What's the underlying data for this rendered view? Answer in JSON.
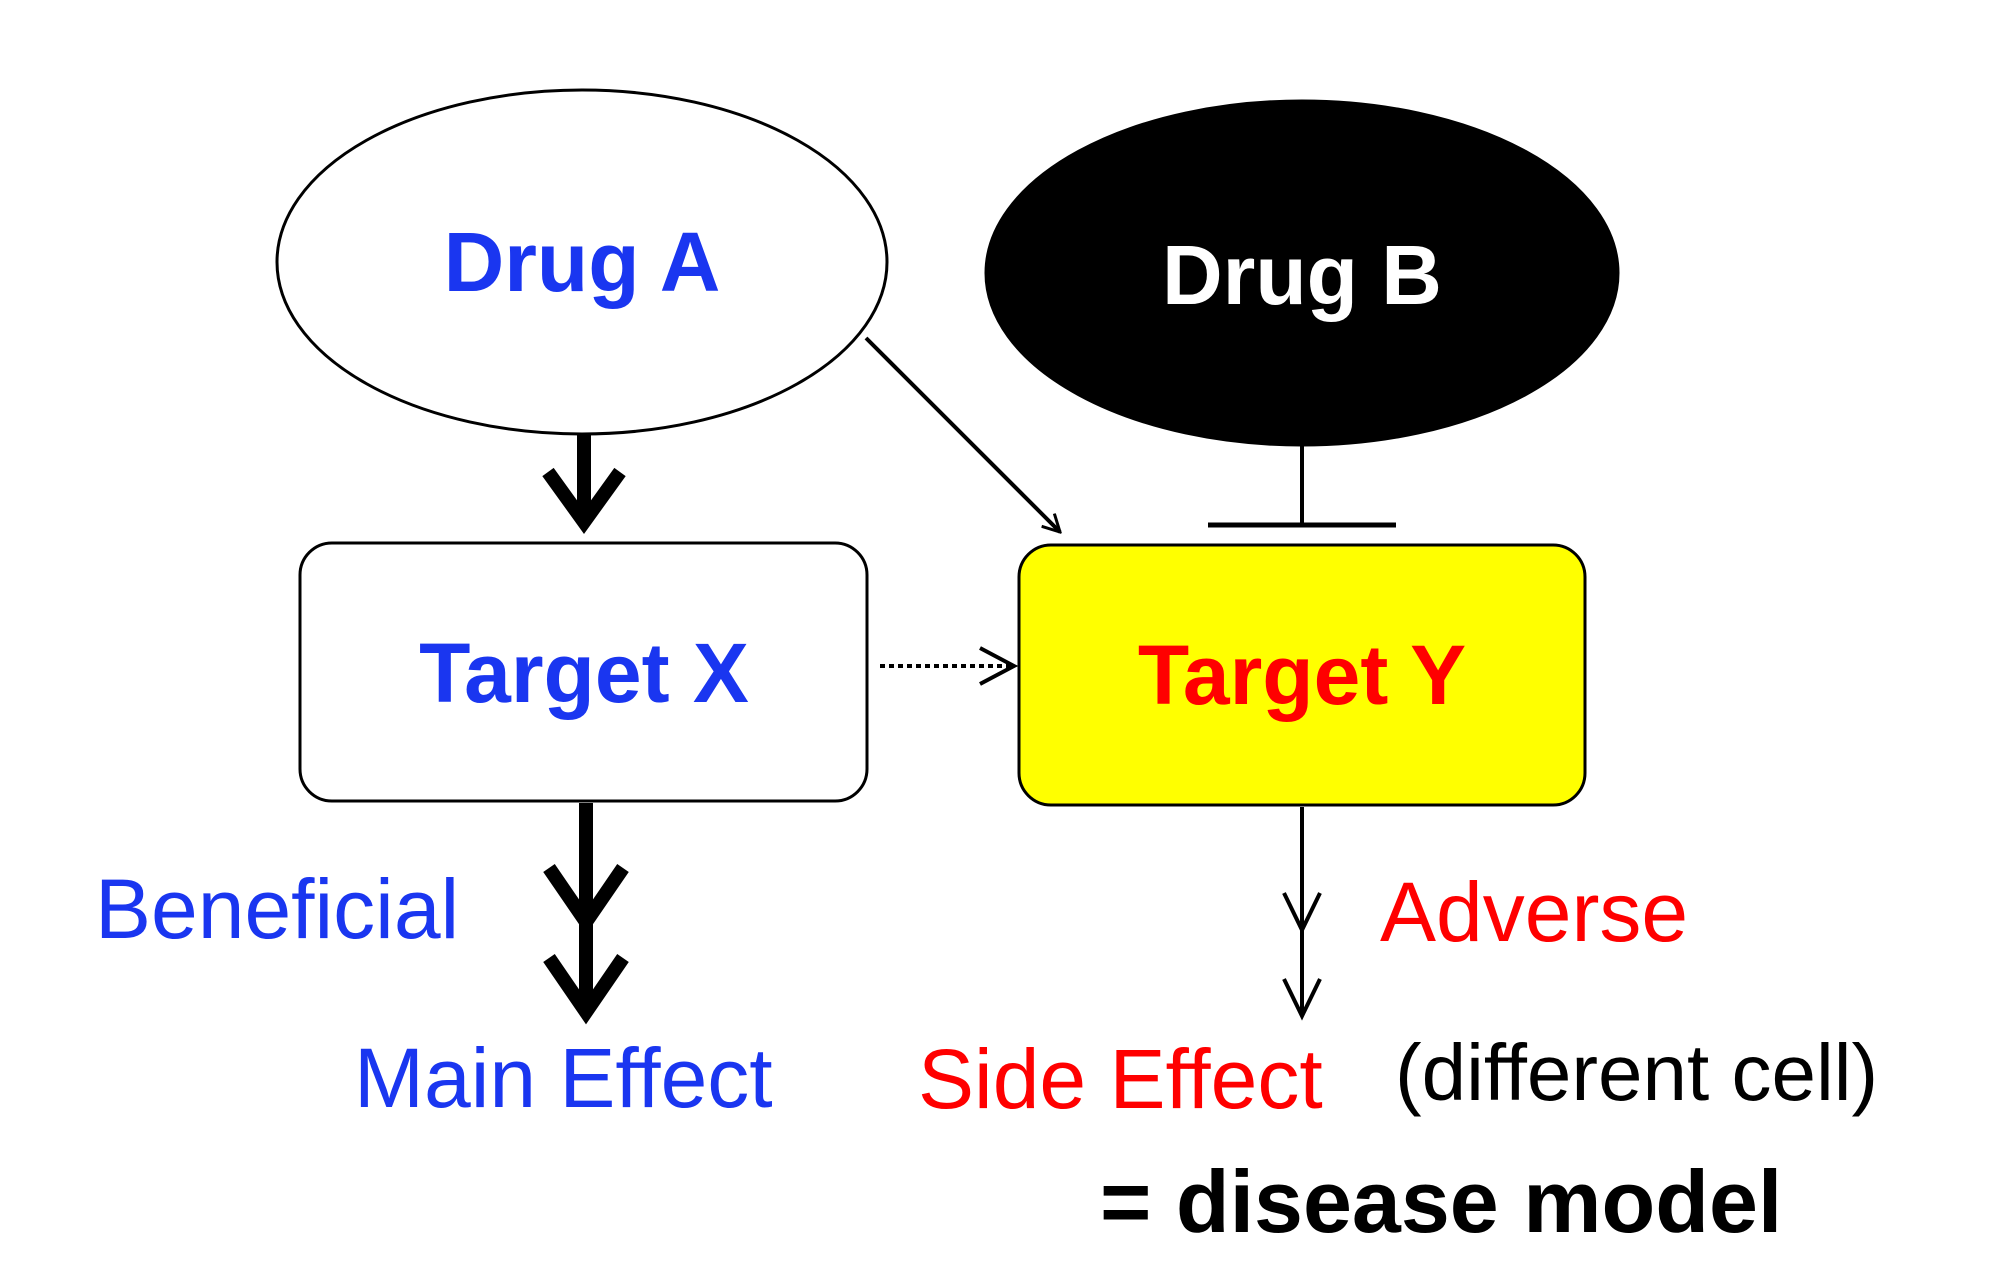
{
  "diagram": {
    "nodes": {
      "drug_a": {
        "label": "Drug A",
        "color": "#1a36f0",
        "fill": "#ffffff"
      },
      "drug_b": {
        "label": "Drug B",
        "color": "#ffffff",
        "fill": "#000000"
      },
      "target_x": {
        "label": "Target X",
        "color": "#1a36f0",
        "fill": "#ffffff"
      },
      "target_y": {
        "label": "Target Y",
        "color": "#ff0000",
        "fill": "#ffff00"
      }
    },
    "labels": {
      "beneficial": {
        "text": "Beneficial",
        "color": "#1a36f0"
      },
      "main_effect": {
        "text": "Main Effect",
        "color": "#1a36f0"
      },
      "adverse": {
        "text": "Adverse",
        "color": "#ff0000"
      },
      "side_effect": {
        "text": "Side Effect",
        "color": "#ff0000"
      },
      "different_cell": {
        "text": "(different cell)",
        "color": "#000000"
      },
      "disease_model": {
        "text": "= disease model",
        "color": "#000000"
      }
    }
  }
}
